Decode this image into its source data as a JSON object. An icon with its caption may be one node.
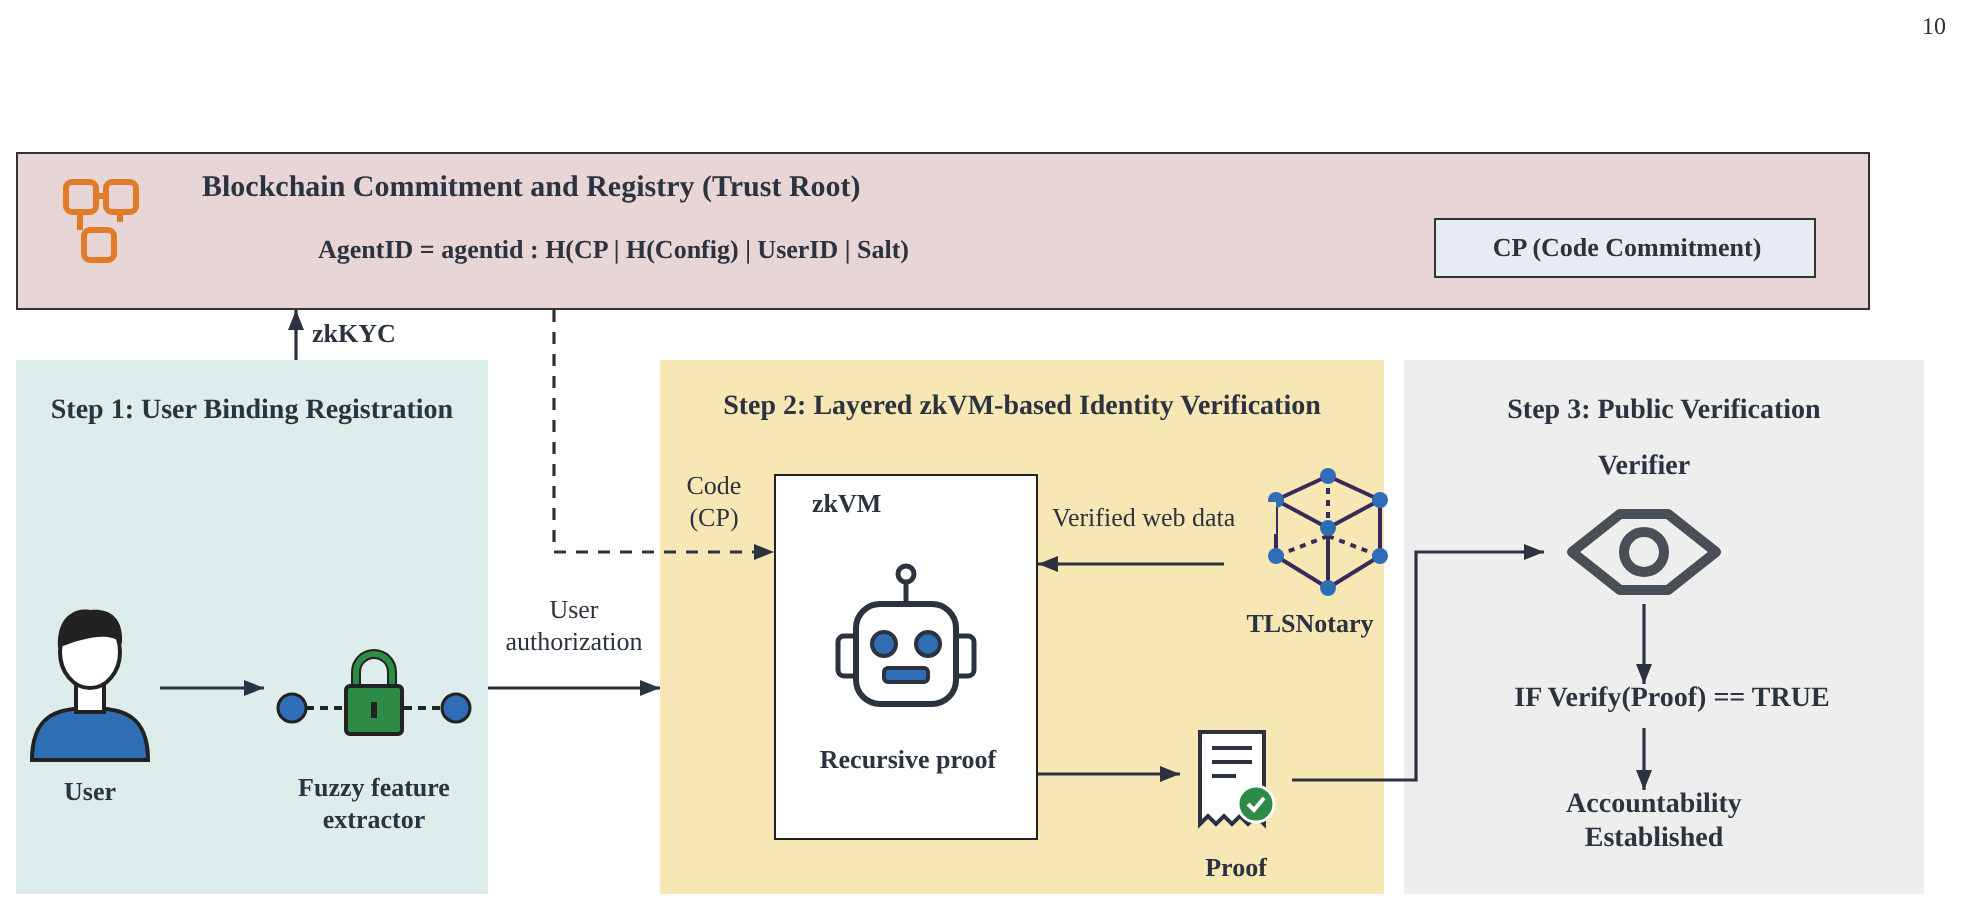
{
  "diagram": {
    "nodes": [
      {
        "text": [
          "Blockchain Commitment and Registry (Trust Root)",
          "AgentID = agentid : H(CP | H(Config) | UserID | Salt)"
        ]
      },
      {
        "text": [
          "CP (Code Commitment)"
        ],
        "in": 0
      },
      {
        "text": [
          "Step 1: User Binding Registration"
        ]
      },
      {
        "text": [
          "User"
        ],
        "in": 2
      },
      {
        "text": [
          "Fuzzy feature extractor"
        ],
        "in": 2
      },
      {
        "text": [
          "Step 2: Layered zkVM-based Identity Verification"
        ]
      },
      {
        "text": [
          "zkVM",
          "Recursive proof"
        ],
        "in": 5
      },
      {
        "text": [
          "TLSNotary"
        ],
        "in": 5
      },
      {
        "text": [
          "Proof"
        ],
        "in": 5
      },
      {
        "text": [
          "Step 3: Public Verification"
        ]
      },
      {
        "text": [
          "Verifier"
        ],
        "in": 9
      },
      {
        "text": [
          "IF Verify(Proof) == TRUE"
        ],
        "in": 9
      },
      {
        "text": [
          "Accountability Established"
        ],
        "in": 9
      }
    ],
    "edges": [
      {
        "from": 2,
        "to": 0,
        "arrow": "to",
        "label": "zkKYC"
      },
      {
        "from": 0,
        "to": 6,
        "arrow": "to",
        "label": "Code (CP)",
        "style": "dashed"
      },
      {
        "from": 3,
        "to": 4,
        "arrow": "to"
      },
      {
        "from": 2,
        "to": 5,
        "arrow": "to",
        "label": "User authorization"
      },
      {
        "from": 7,
        "to": 6,
        "arrow": "to",
        "label": "Verified web data"
      },
      {
        "from": 6,
        "to": 8,
        "arrow": "to"
      },
      {
        "from": 8,
        "to": 10,
        "arrow": "to"
      },
      {
        "from": 10,
        "to": 11,
        "arrow": "to"
      },
      {
        "from": 11,
        "to": 12,
        "arrow": "to"
      }
    ],
    "labels": [
      "10"
    ]
  }
}
